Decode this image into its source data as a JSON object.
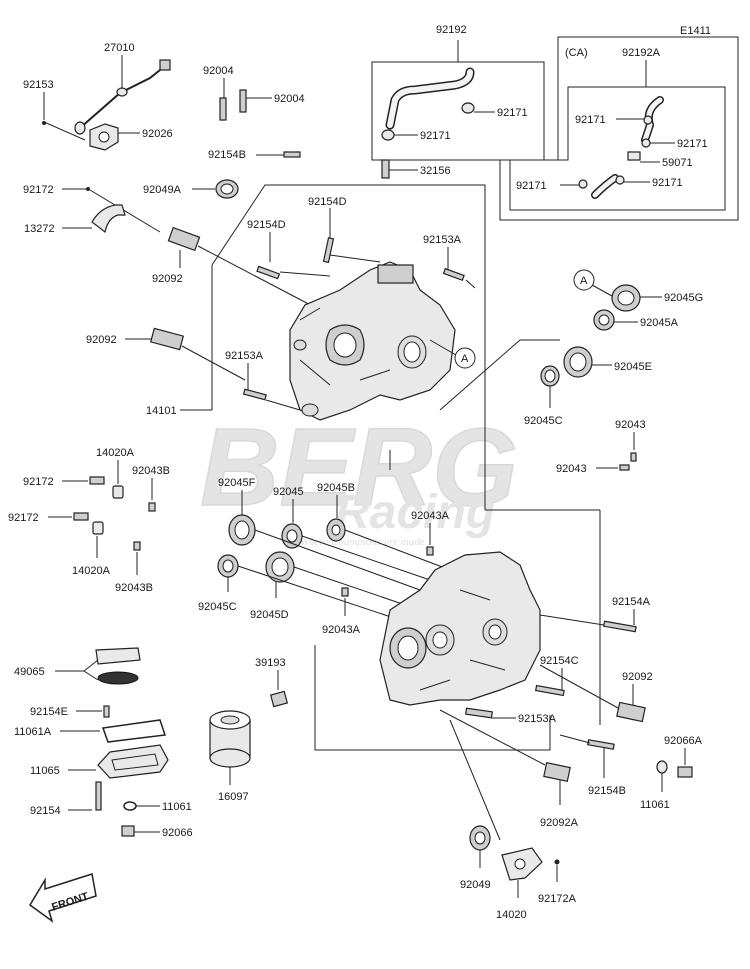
{
  "diagram": {
    "ref_code": "E1411",
    "ca_label": "(CA)",
    "front_label": "FRONT",
    "callout_a": "A",
    "watermark": {
      "brand": "BERG",
      "sub": "Racing",
      "tagline": "Where Champions are made"
    },
    "parts": {
      "p92192": "92192",
      "p92192A": "92192A",
      "p27010": "27010",
      "p92004a": "92004",
      "p92004b": "92004",
      "p92153": "92153",
      "p92026": "92026",
      "p92154B_top": "92154B",
      "p32156": "32156",
      "p92171_a": "92171",
      "p92171_b": "92171",
      "p92171_c": "92171",
      "p92171_d": "92171",
      "p92171_e": "92171",
      "p92171_f": "92171",
      "p59071": "59071",
      "p92172_top": "92172",
      "p92049A": "92049A",
      "p13272": "13272",
      "p92154D_a": "92154D",
      "p92154D_b": "92154D",
      "p92153A_top": "92153A",
      "p92092_top": "92092",
      "p92045G": "92045G",
      "p92045A": "92045A",
      "p92092_mid": "92092",
      "p92153A_mid": "92153A",
      "p92045E": "92045E",
      "p14101": "14101",
      "p92045C_top": "92045C",
      "p92043_a": "92043",
      "p92043_b": "92043",
      "p14020A_a": "14020A",
      "p92043B_a": "92043B",
      "p92172_a": "92172",
      "p92045F": "92045F",
      "p92045": "92045",
      "p92045B": "92045B",
      "p92172_b": "92172",
      "p92043A_a": "92043A",
      "p14020A_b": "14020A",
      "p92043B_b": "92043B",
      "p92045C_b": "92045C",
      "p92045D": "92045D",
      "p92043A_b": "92043A",
      "p92154A": "92154A",
      "p49065": "49065",
      "p39193": "39193",
      "p92154C": "92154C",
      "p92092_r": "92092",
      "p92154E": "92154E",
      "p11061A": "11061A",
      "p92153A_bot": "92153A",
      "p92066A": "92066A",
      "p11065": "11065",
      "p16097": "16097",
      "p92154B_bot": "92154B",
      "p11061_r": "11061",
      "p92154": "92154",
      "p11061": "11061",
      "p92092A": "92092A",
      "p92066": "92066",
      "p92049": "92049",
      "p92172A": "92172A",
      "p14020": "14020"
    }
  }
}
